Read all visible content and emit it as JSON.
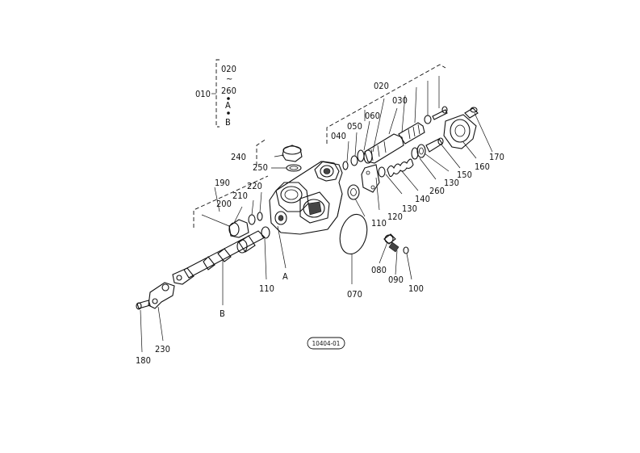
{
  "legend": {
    "group_label": "010",
    "range_top": "020",
    "range_bottom": "260",
    "tilde": "~",
    "sub_a": "A",
    "sub_b": "B"
  },
  "callouts": {
    "c020": "020",
    "c030": "030",
    "c040": "040",
    "c050": "050",
    "c060": "060",
    "c070": "070",
    "c080": "080",
    "c090": "090",
    "c100": "100",
    "c110a": "110",
    "c110b": "110",
    "c120": "120",
    "c130a": "130",
    "c130b": "130",
    "c140": "140",
    "c150": "150",
    "c160": "160",
    "c170": "170",
    "c180": "180",
    "c190": "190",
    "c200": "200",
    "c210": "210",
    "c220": "220",
    "c230": "230",
    "c240": "240",
    "c250": "250",
    "c260": "260",
    "cA": "A",
    "cB": "B"
  },
  "drawing_code": "10404-01"
}
